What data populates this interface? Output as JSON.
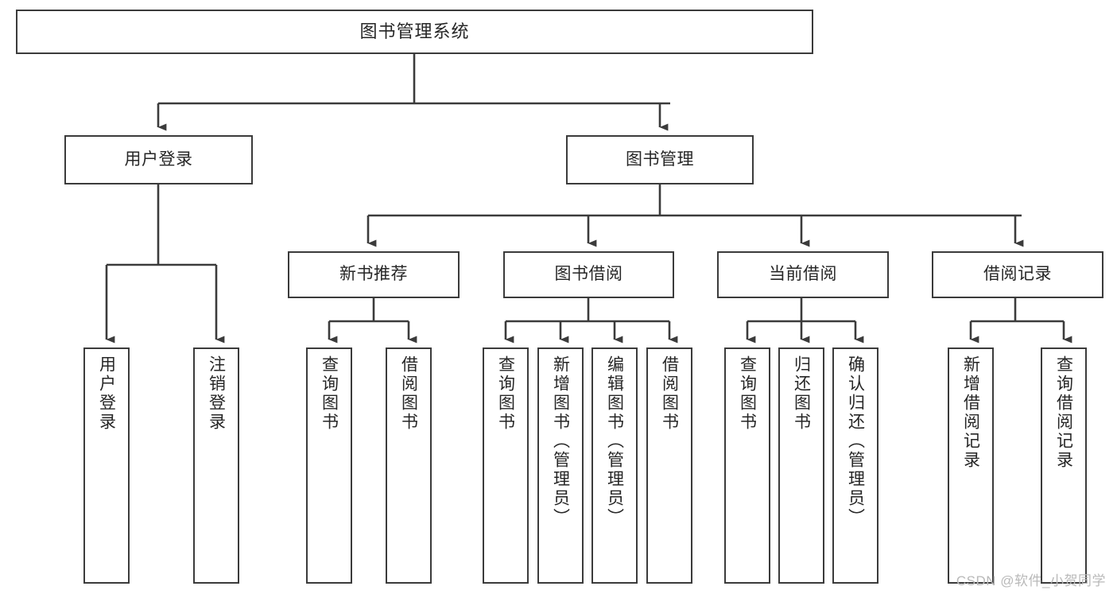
{
  "diagram": {
    "title": "图书管理系统",
    "type": "hierarchy-tree",
    "watermark": "CSDN @软件_小贺同学",
    "colors": {
      "box_border": "#3b3b3b",
      "box_fill": "#ffffff",
      "connector": "#3b3b3b",
      "text": "#262626",
      "watermark": "#b9b9b9",
      "background": "#ffffff"
    },
    "levels": [
      {
        "level": 1,
        "nodes": [
          {
            "id": "root",
            "label": "图书管理系统"
          }
        ]
      },
      {
        "level": 2,
        "nodes": [
          {
            "id": "user-login",
            "label": "用户登录"
          },
          {
            "id": "book-management",
            "label": "图书管理"
          }
        ]
      },
      {
        "level": 3,
        "nodes": [
          {
            "id": "new-book-recommend",
            "label": "新书推荐"
          },
          {
            "id": "book-borrow",
            "label": "图书借阅"
          },
          {
            "id": "current-borrow",
            "label": "当前借阅"
          },
          {
            "id": "borrow-record",
            "label": "借阅记录"
          }
        ]
      }
    ],
    "leaves": {
      "user-login": [
        {
          "id": "leaf-user-login",
          "label": "用户登录"
        },
        {
          "id": "leaf-logout",
          "label": "注销登录"
        }
      ],
      "new-book-recommend": [
        {
          "id": "leaf-query-book-1",
          "label": "查询图书"
        },
        {
          "id": "leaf-borrow-book-1",
          "label": "借阅图书"
        }
      ],
      "book-borrow": [
        {
          "id": "leaf-query-book-2",
          "label": "查询图书"
        },
        {
          "id": "leaf-add-book",
          "label": "新增图书（管理员）"
        },
        {
          "id": "leaf-edit-book",
          "label": "编辑图书（管理员）"
        },
        {
          "id": "leaf-borrow-book-2",
          "label": "借阅图书"
        }
      ],
      "current-borrow": [
        {
          "id": "leaf-query-book-3",
          "label": "查询图书"
        },
        {
          "id": "leaf-return-book",
          "label": "归还图书"
        },
        {
          "id": "leaf-confirm-return",
          "label": "确认归还（管理员）"
        }
      ],
      "borrow-record": [
        {
          "id": "leaf-add-record",
          "label": "新增借阅记录"
        },
        {
          "id": "leaf-query-record",
          "label": "查询借阅记录"
        }
      ]
    }
  }
}
